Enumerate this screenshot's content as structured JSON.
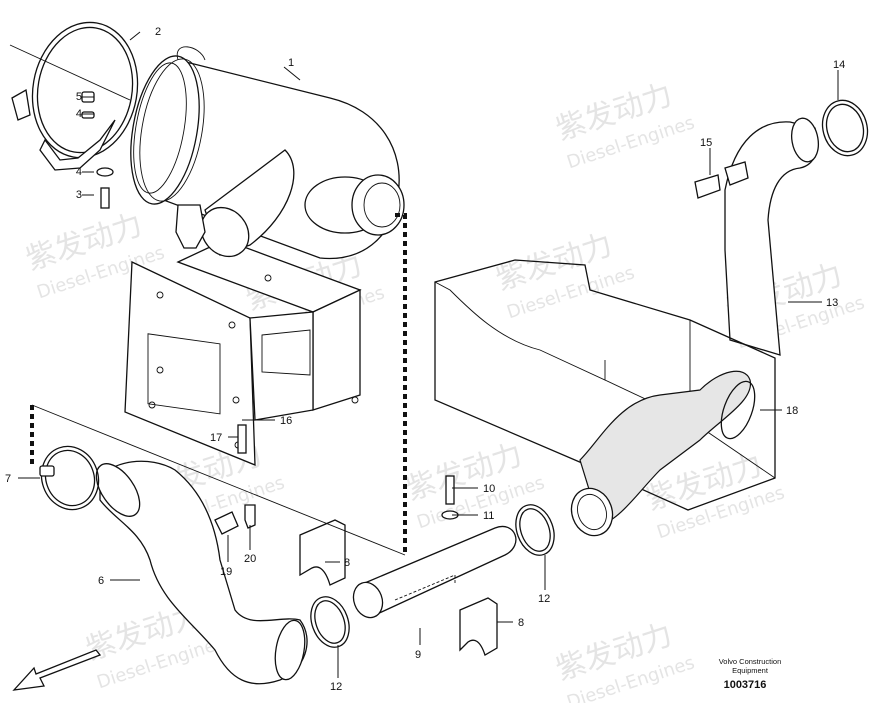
{
  "watermark": {
    "cn": "紫发动力",
    "en": "Diesel-Engines"
  },
  "callouts": {
    "c1": "1",
    "c2": "2",
    "c3": "3",
    "c4a": "4",
    "c4b": "4",
    "c5": "5",
    "c6": "6",
    "c7": "7",
    "c8a": "8",
    "c8b": "8",
    "c9": "9",
    "c10": "10",
    "c11": "11",
    "c12a": "12",
    "c12b": "12",
    "c13": "13",
    "c14": "14",
    "c15": "15",
    "c16": "16",
    "c17": "17",
    "c18": "18",
    "c19": "19",
    "c20": "20"
  },
  "footer": {
    "company_line1": "Volvo Construction",
    "company_line2": "Equipment",
    "drawing_number": "1003716"
  },
  "icons": {
    "direction_arrow": "front-direction-arrow-icon"
  }
}
